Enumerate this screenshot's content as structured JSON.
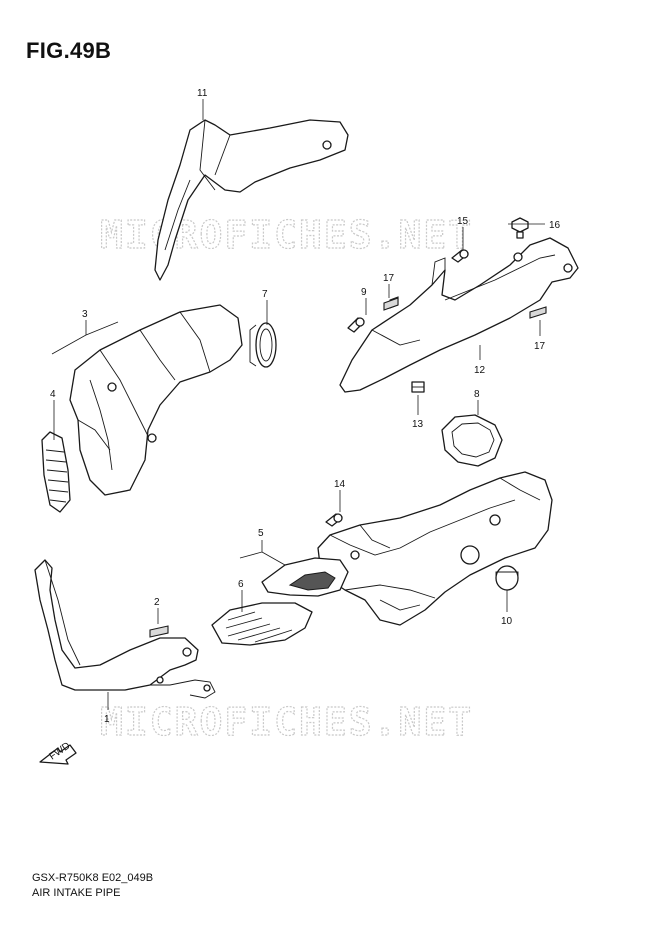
{
  "figure": {
    "title": "FIG.49B"
  },
  "watermarks": [
    "MICROFICHES.NET",
    "MICROFICHES.NET"
  ],
  "callouts": {
    "c1": "1",
    "c2": "2",
    "c3": "3",
    "c4": "4",
    "c5": "5",
    "c6": "6",
    "c7": "7",
    "c8": "8",
    "c9": "9",
    "c10": "10",
    "c11": "11",
    "c12": "12",
    "c13": "13",
    "c14": "14",
    "c15": "15",
    "c16": "16",
    "c17a": "17",
    "c17b": "17"
  },
  "fwd_label": "FWD",
  "footer": {
    "code": "GSX-R750K8 E02_049B",
    "name": "AIR INTAKE PIPE"
  }
}
